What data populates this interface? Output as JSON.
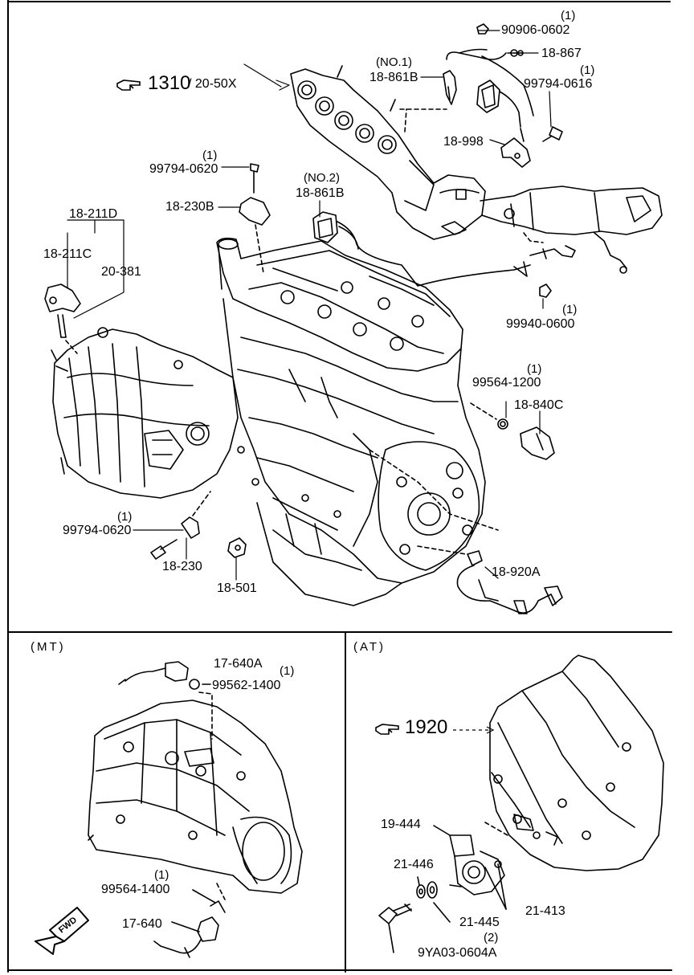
{
  "colors": {
    "ink": "#000000",
    "paper": "#ffffff"
  },
  "icons": {
    "reference": "pointing-hand-icon",
    "front": "fwd-arrow-icon"
  },
  "engine": {
    "ref_1310": {
      "icon": "pointing-hand-icon",
      "text": "1310",
      "suffix": "/ 20-50X"
    },
    "labels": [
      {
        "part": "90906-0602",
        "qty": "(1)"
      },
      {
        "part": "18-867"
      },
      {
        "part": "18-861B",
        "note": "(NO.1)"
      },
      {
        "part": "99794-0616",
        "qty": "(1)"
      },
      {
        "part": "18-998"
      },
      {
        "part": "99794-0620",
        "qty": "(1)"
      },
      {
        "part": "18-230B"
      },
      {
        "part": "18-861B",
        "note": "(NO.2)"
      },
      {
        "part": "18-211D"
      },
      {
        "part": "18-211C"
      },
      {
        "part": "20-381"
      },
      {
        "part": "99940-0600",
        "qty": "(1)"
      },
      {
        "part": "99564-1200",
        "qty": "(1)"
      },
      {
        "part": "18-840C"
      },
      {
        "part": "99794-0620",
        "qty": "(1)"
      },
      {
        "part": "18-230"
      },
      {
        "part": "18-501"
      },
      {
        "part": "18-920A"
      }
    ]
  },
  "mt": {
    "title": "(MT)",
    "labels": [
      {
        "part": "17-640A"
      },
      {
        "part": "99562-1400",
        "qty": "(1)"
      },
      {
        "part": "99564-1400",
        "qty": "(1)"
      },
      {
        "part": "17-640"
      }
    ],
    "fwd": "FWD"
  },
  "at": {
    "title": "(AT)",
    "ref_1920": {
      "icon": "pointing-hand-icon",
      "text": "1920"
    },
    "labels": [
      {
        "part": "19-444"
      },
      {
        "part": "21-446"
      },
      {
        "part": "21-413"
      },
      {
        "part": "21-445"
      },
      {
        "part": "9YA03-0604A",
        "qty": "(2)"
      }
    ]
  }
}
